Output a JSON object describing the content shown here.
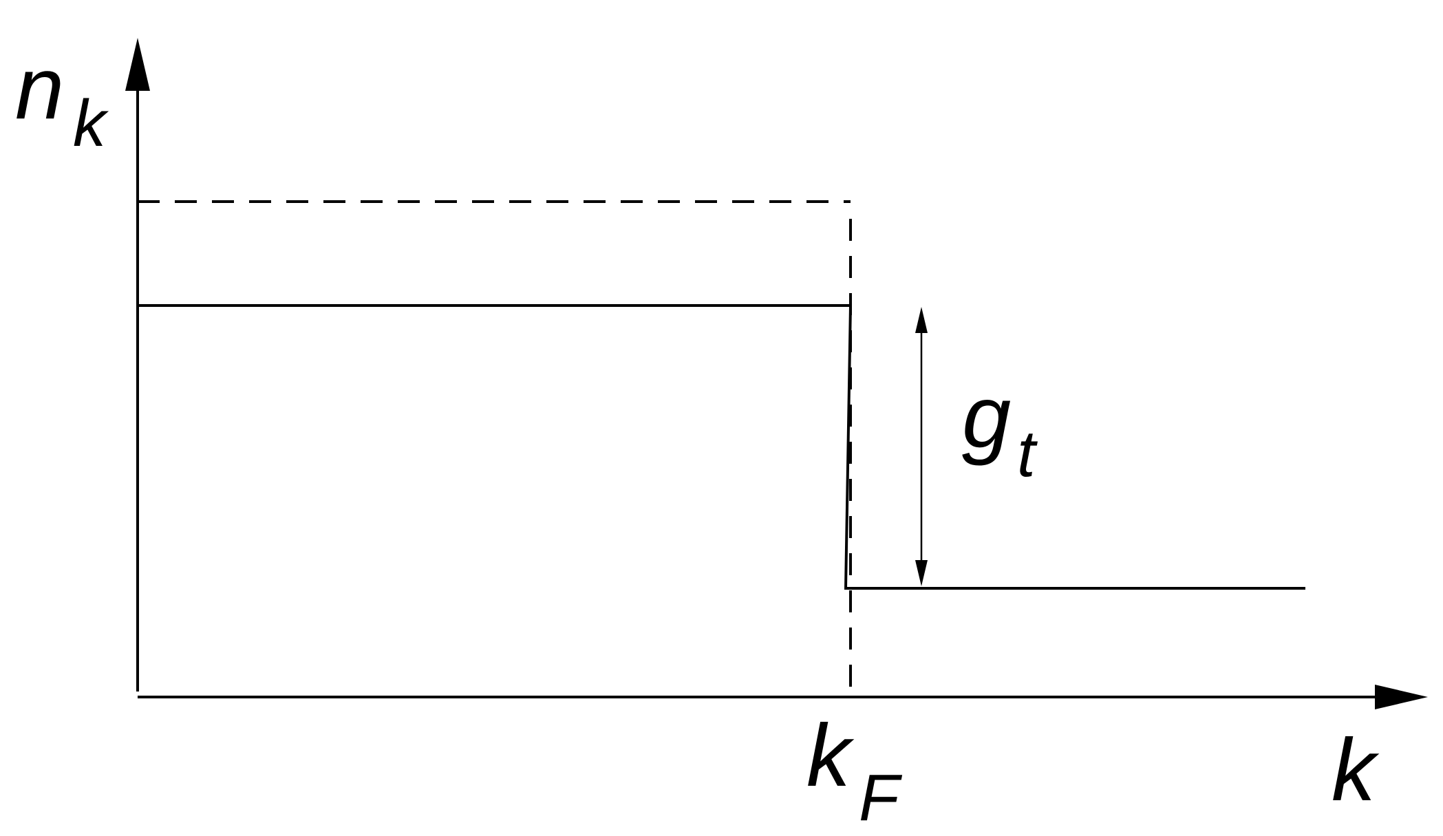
{
  "labels": {
    "y_axis_main": "n",
    "y_axis_sub": "k",
    "x_axis": "k",
    "fermi_main": "k",
    "fermi_sub": "F",
    "gap_main": "g",
    "gap_sub": "t"
  },
  "colors": {
    "stroke": "#000000",
    "background": "#ffffff"
  }
}
